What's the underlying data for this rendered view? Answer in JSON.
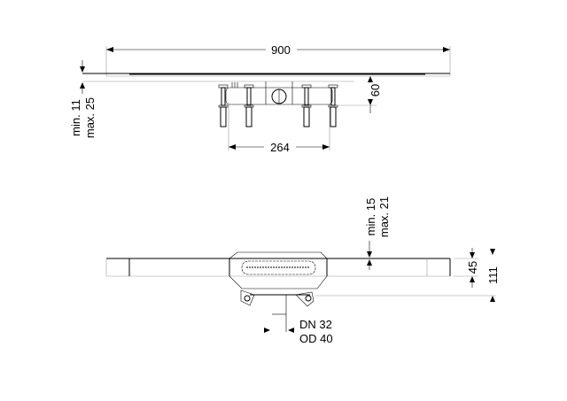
{
  "top_view": {
    "width_label": "900",
    "height_label": "60",
    "leg_spacing_label": "264",
    "adjust_min_label": "min. 11",
    "adjust_max_label": "max. 25"
  },
  "side_view": {
    "grate_min_label": "min. 15",
    "grate_max_label": "max. 21",
    "channel_height_label": "45",
    "total_height_label": "111",
    "outlet_dn_label": "DN 32",
    "outlet_od_label": "OD 40"
  }
}
